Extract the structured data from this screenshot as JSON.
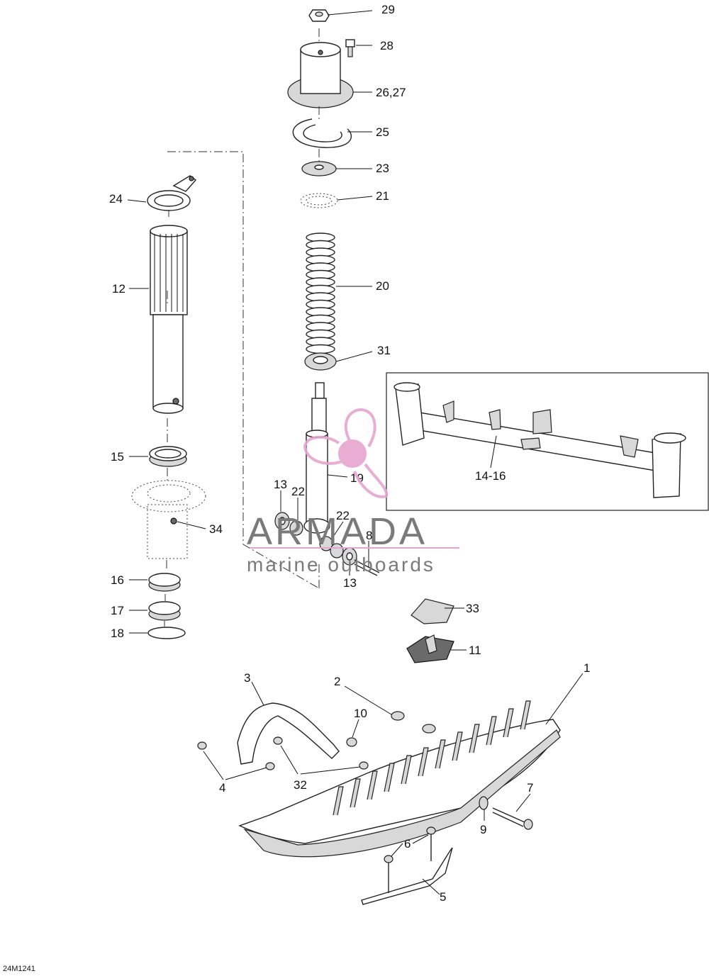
{
  "diagram": {
    "callouts": [
      "29",
      "28",
      "26,27",
      "25",
      "23",
      "21",
      "20",
      "31",
      "24",
      "12",
      "15",
      "34",
      "16",
      "17",
      "18",
      "19",
      "13",
      "22",
      "22",
      "8",
      "13",
      "14-16",
      "33",
      "11",
      "1",
      "2",
      "3",
      "10",
      "4",
      "32",
      "7",
      "9",
      "6",
      "5"
    ],
    "drawing_code": "24M1241"
  },
  "watermark": {
    "brand": "ARMADA",
    "tagline": "marine outboards",
    "color_pink": "#e7a4cf",
    "color_gray": "#7a7a7a"
  }
}
